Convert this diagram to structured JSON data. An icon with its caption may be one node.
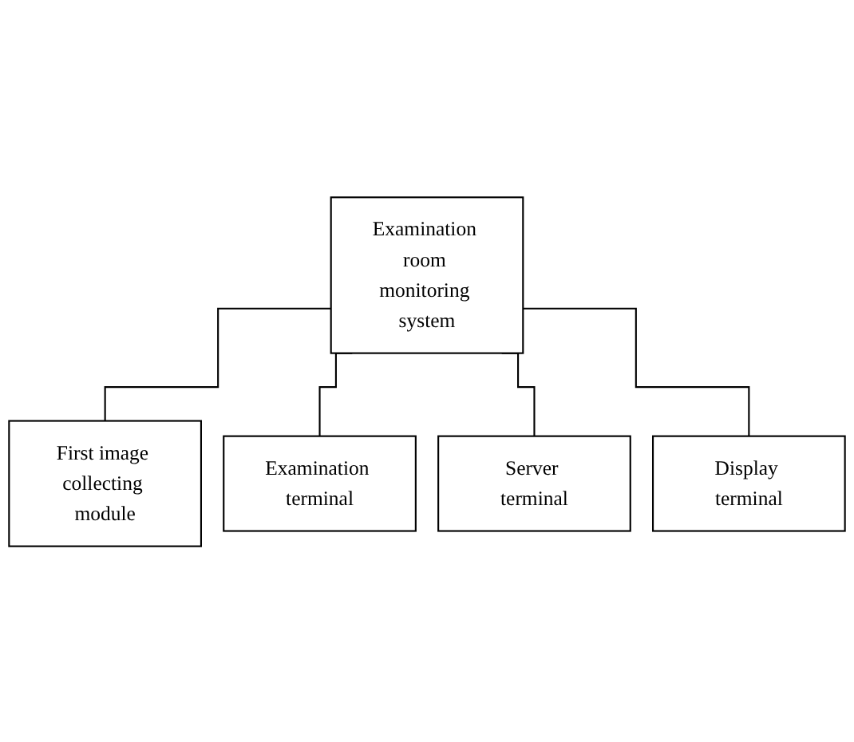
{
  "diagram": {
    "nodes": [
      {
        "text": [
          "Examination room monitoring system"
        ]
      },
      {
        "text": [
          "First image collecting module"
        ]
      },
      {
        "text": [
          "Examination terminal"
        ]
      },
      {
        "text": [
          "Server terminal"
        ]
      },
      {
        "text": [
          "Display terminal"
        ]
      }
    ],
    "edges": [
      {
        "from": 0,
        "to": 1,
        "arrow": "none"
      },
      {
        "from": 0,
        "to": 2,
        "arrow": "none"
      },
      {
        "from": 0,
        "to": 3,
        "arrow": "none"
      },
      {
        "from": 0,
        "to": 4,
        "arrow": "none"
      }
    ]
  }
}
